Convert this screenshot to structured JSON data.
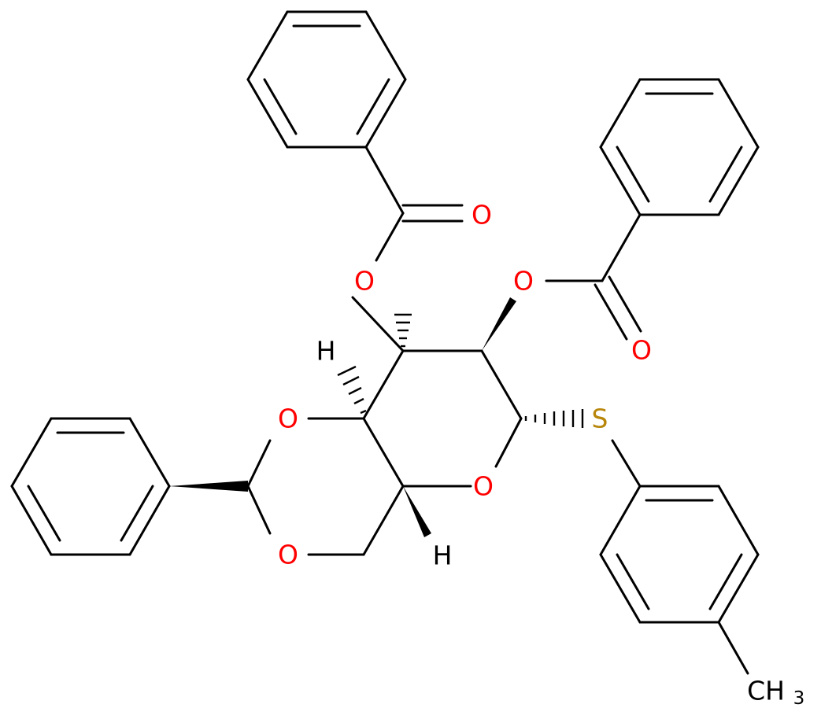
{
  "colors": {
    "bond": "#000000",
    "oxygen": "#ff0000",
    "sulfur": "#b8860b",
    "hydrogen": "#000000",
    "carbon": "#000000"
  },
  "atoms": {
    "o_ester_top": "O",
    "o_carbonyl_top": "O",
    "o_ester_right": "O",
    "o_carbonyl_right": "O",
    "h_top": "H",
    "h_bottom": "H",
    "o_dioxane_top": "O",
    "o_dioxane_bottom": "O",
    "o_ring": "O",
    "s_thio": "S",
    "methyl_c": "CH",
    "methyl_sub": "3"
  }
}
